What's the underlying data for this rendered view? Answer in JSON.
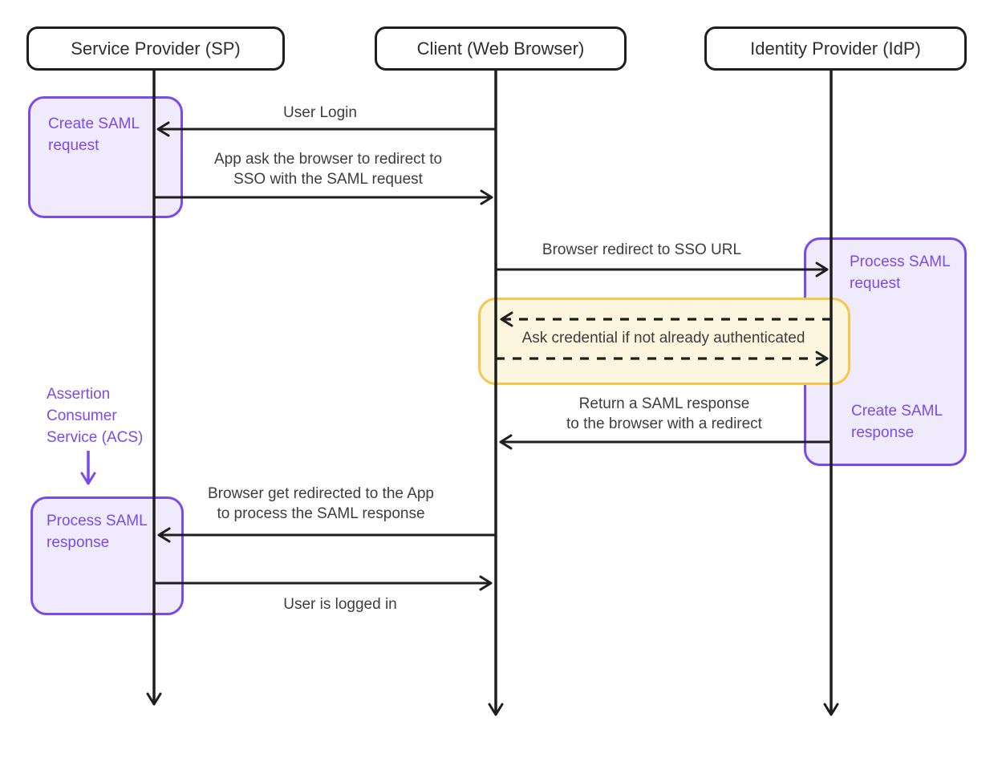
{
  "colors": {
    "ink": "#1e1e1e",
    "text": "#3d3d3d",
    "purple": "#7a4be8",
    "purple_fill": "#efebfc",
    "yellow": "#f6c74a",
    "yellow_fill": "#fcf6df"
  },
  "actors": [
    {
      "label": "Service Provider (SP)"
    },
    {
      "label": "Client (Web Browser)"
    },
    {
      "label": "Identity Provider (IdP)"
    }
  ],
  "activities": [
    {
      "label": "Create SAML\nrequest"
    },
    {
      "label": "Process SAML\nrequest"
    },
    {
      "label": "Create SAML\nresponse"
    },
    {
      "label": "Process SAML\nresponse"
    }
  ],
  "annotation": {
    "label": "Assertion\nConsumer\nService (ACS)"
  },
  "note": {
    "label": "Ask credential if not already authenticated"
  },
  "messages": [
    {
      "label": "User Login"
    },
    {
      "label": "App ask the browser to redirect to\nSSO with the SAML request"
    },
    {
      "label": "Browser redirect to SSO URL"
    },
    {
      "label": "Return a SAML response\nto the browser with a redirect"
    },
    {
      "label": "Browser get redirected to the App\nto process the SAML response"
    },
    {
      "label": "User is logged in"
    }
  ]
}
